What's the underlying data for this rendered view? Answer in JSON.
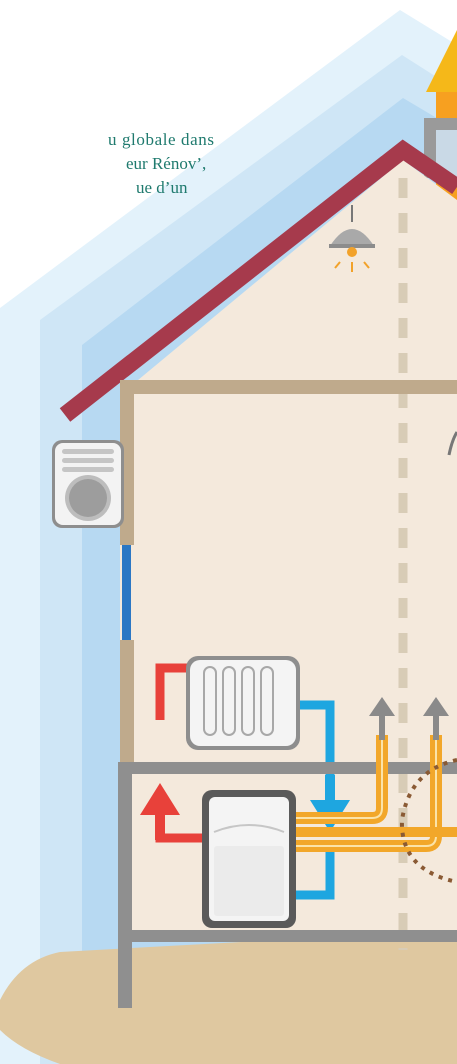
{
  "caption": {
    "line1": "u  globale  dans",
    "line2": "eur Rénov’,",
    "line3": "ue d’un"
  },
  "colors": {
    "insulation_outer": "#e3f2fb",
    "insulation_mid": "#cfe6f6",
    "insulation_inner": "#b7d9f2",
    "roof": "#a63a4c",
    "wall_interior": "#f4e9dc",
    "structure": "#bfaa8c",
    "floor_frame": "#8f8f8f",
    "ground": "#dfc8a0",
    "hot_pipe": "#e8413a",
    "cold_pipe": "#1ea6e0",
    "duct": "#f2a72a",
    "arrow_grey": "#8a8a8a",
    "ventilation_line": "#d8ccb6",
    "earth_loop": "#8a5a34",
    "exhaust_arrow": "#f5b819"
  },
  "icons": [
    "pendant-lamp-icon",
    "heat-pump-outdoor-unit-icon",
    "radiator-icon",
    "boiler-icon"
  ]
}
